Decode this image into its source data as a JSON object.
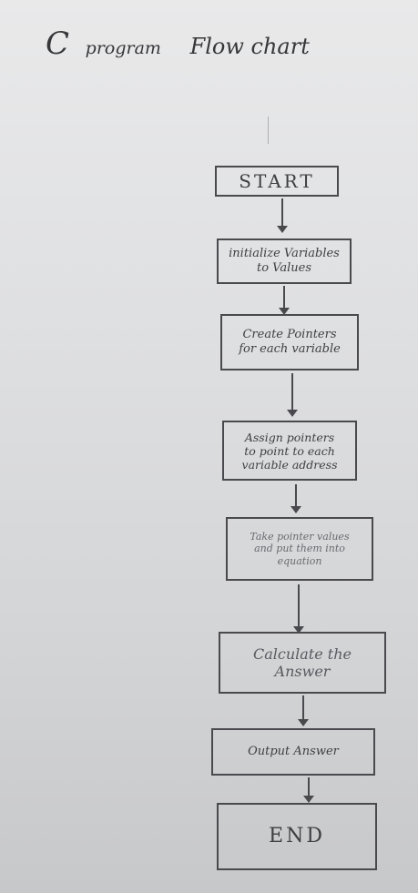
{
  "title": {
    "c": "C",
    "program": "program",
    "flowchart": "Flow chart"
  },
  "nodes": [
    {
      "id": "start",
      "lines": [
        "START"
      ]
    },
    {
      "id": "init",
      "lines": [
        "initialize Variables",
        "to Values"
      ]
    },
    {
      "id": "pointers",
      "lines": [
        "Create Pointers",
        "for each variable"
      ]
    },
    {
      "id": "assign",
      "lines": [
        "Assign pointers",
        "to point to each",
        "variable address"
      ]
    },
    {
      "id": "take",
      "lines": [
        "Take pointer values",
        "and put them into",
        "equation"
      ]
    },
    {
      "id": "calc",
      "lines": [
        "Calculate the",
        "Answer"
      ]
    },
    {
      "id": "output",
      "lines": [
        "Output Answer"
      ]
    },
    {
      "id": "end",
      "lines": [
        "END"
      ]
    }
  ]
}
